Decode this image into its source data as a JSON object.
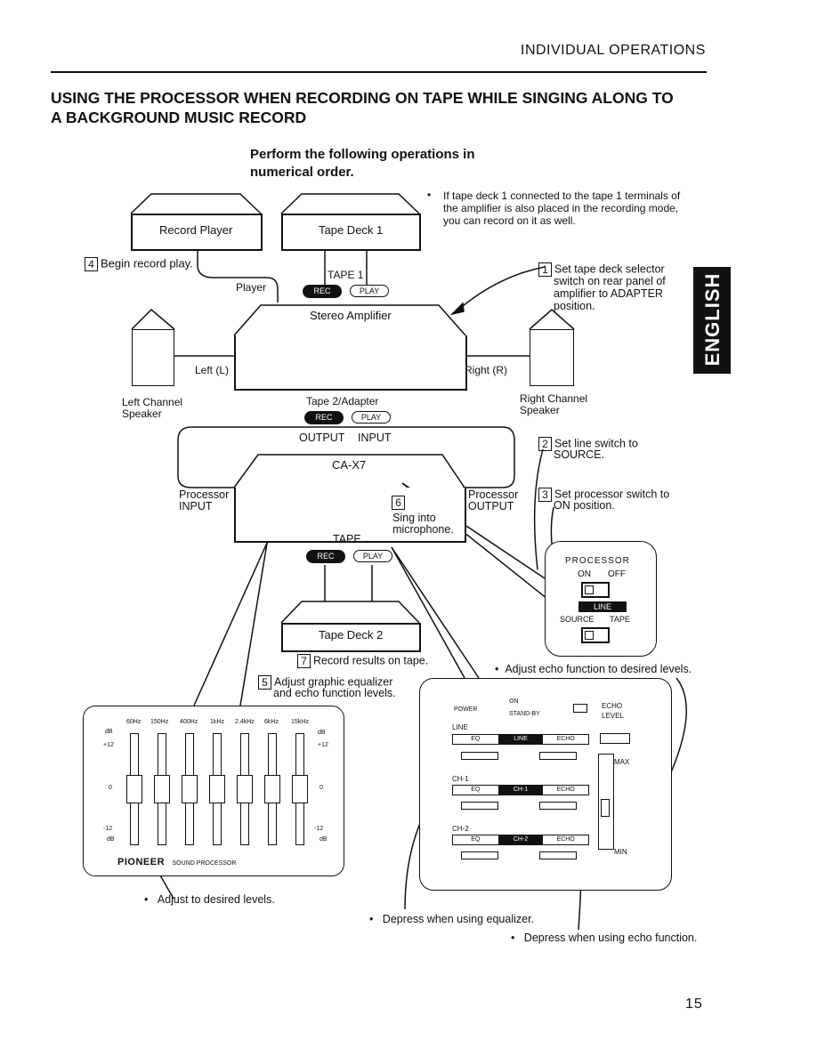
{
  "header": {
    "section": "INDIVIDUAL OPERATIONS"
  },
  "title": "USING THE PROCESSOR WHEN RECORDING ON TAPE WHILE SINGING ALONG TO A BACKGROUND MUSIC RECORD",
  "title_line1": "USING THE PROCESSOR WHEN RECORDING ON TAPE WHILE SINGING ALONG TO",
  "title_line2": "A BACKGROUND MUSIC RECORD",
  "subtitle_line1": "Perform the following operations in",
  "subtitle_line2": "numerical order.",
  "side_tab": "ENGLISH",
  "page_number": "15",
  "devices": {
    "record_player": "Record Player",
    "tape_deck_1": "Tape Deck 1",
    "tape_deck_2": "Tape Deck 2",
    "stereo_amplifier": "Stereo Amplifier",
    "ca_x7": "CA-X7",
    "left_channel_1": "Left Channel",
    "left_channel_2": "Speaker",
    "right_channel_1": "Right Channel",
    "right_channel_2": "Speaker"
  },
  "labels": {
    "tape1": "TAPE 1",
    "player": "Player",
    "left": "Left (L)",
    "right": "Right (R)",
    "tape2_adapter": "Tape 2/Adapter",
    "output": "OUTPUT",
    "input": "INPUT",
    "processor_input_1": "Processor",
    "processor_input_2": "INPUT",
    "processor_output_1": "Processor",
    "processor_output_2": "OUTPUT",
    "tape": "TAPE",
    "sing_1": "Sing into",
    "sing_2": "microphone.",
    "rec": "REC",
    "play": "PLAY"
  },
  "note_tape_deck_1": [
    "If tape deck 1 connected to the tape 1 terminals of",
    "the amplifier is also placed in the recording mode,",
    "you can record on it as well."
  ],
  "steps": {
    "s1": {
      "num": "1",
      "lines": [
        "Set tape deck selector",
        "switch on rear panel of",
        "amplifier to ADAPTER",
        "position."
      ]
    },
    "s2": {
      "num": "2",
      "lines": [
        "Set line switch to",
        "SOURCE."
      ]
    },
    "s3": {
      "num": "3",
      "lines": [
        "Set processor switch to",
        "ON position."
      ]
    },
    "s4": {
      "num": "4",
      "text": "Begin record play."
    },
    "s5": {
      "num": "5",
      "lines": [
        "Adjust graphic equalizer",
        "and echo function levels."
      ]
    },
    "s6": {
      "num": "6"
    },
    "s7": {
      "num": "7",
      "text": "Record results on tape."
    }
  },
  "switch_panel": {
    "processor": "PROCESSOR",
    "on": "ON",
    "off": "OFF",
    "line": "LINE",
    "source": "SOURCE",
    "tape": "TAPE"
  },
  "eq_panel": {
    "freqs": [
      "60Hz",
      "150Hz",
      "400Hz",
      "1kHz",
      "2.4kHz",
      "6kHz",
      "15kHz"
    ],
    "db": "dB",
    "plus12": "+12",
    "zero": "0",
    "minus12": "-12",
    "brand": "PIONEER",
    "model": "SOUND PROCESSOR"
  },
  "echo_panel": {
    "power": "POWER",
    "on": "ON",
    "standby": "STAND-BY",
    "echo": "ECHO",
    "level": "LEVEL",
    "line": "LINE",
    "ch1": "CH-1",
    "ch2": "CH-2",
    "eq": "EQ",
    "line_btn": "LINE",
    "echo_btn": "ECHO",
    "ch1_btn": "CH-1",
    "ch2_btn": "CH-2",
    "max": "MAX",
    "min": "MIN"
  },
  "notes": {
    "adjust_echo": "Adjust echo function to desired levels.",
    "adjust_levels": "Adjust to desired levels.",
    "depress_eq": "Depress when using equalizer.",
    "depress_echo": "Depress when using echo function."
  }
}
